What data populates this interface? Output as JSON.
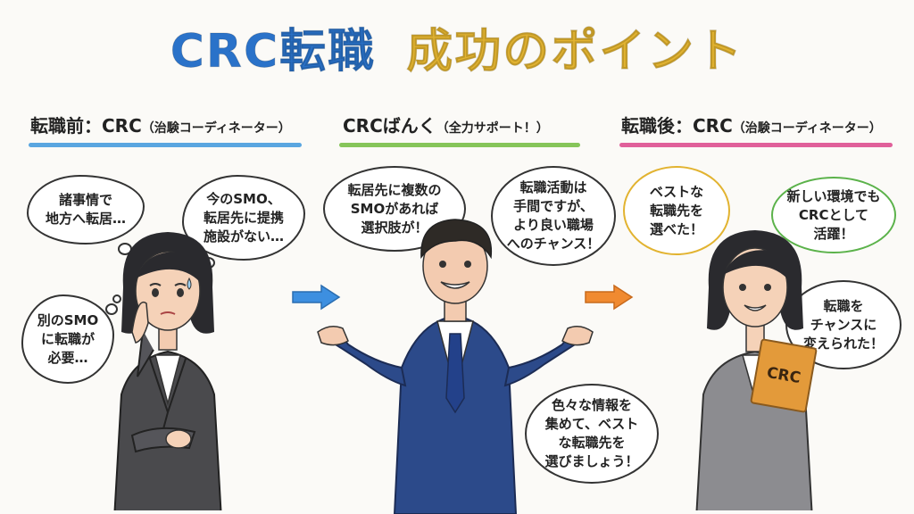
{
  "title": {
    "part1": "CRC転職",
    "part2": "成功のポイント",
    "colors": [
      "#2a72c9",
      "#e0453a",
      "#2a72c9",
      "#5bb24a",
      "#e2b330",
      "#e07a2e",
      "#d23f6f"
    ]
  },
  "before": {
    "head": "転職前：CRC",
    "sub": "（治験コーディネーター）",
    "accent": "#5aa6e0",
    "thoughts": [
      "諸事情で\n地方へ転居…",
      "今のSMO、\n転居先に提携\n施設がない…",
      "別のSMO\nに転職が\n必要…"
    ]
  },
  "middle": {
    "head": "CRCばんく",
    "sub": "（全力サポート！）",
    "accent": "#86c55a",
    "bubbles": [
      "転居先に複数の\nSMOがあれば\n選択肢が！",
      "転職活動は\n手間ですが、\nより良い職場\nへのチャンス！",
      "色々な情報を\n集めて、ベスト\nな転職先を\n選びましょう！"
    ]
  },
  "after": {
    "head": "転職後：CRC",
    "sub": "（治験コーディネーター）",
    "accent": "#e0609a",
    "bubbles": [
      "ベストな\n転職先を\n選べた！",
      "新しい環境でも\nCRCとして\n活躍！",
      "転職を\nチャンスに\n変えられた！"
    ],
    "badge": "CRC"
  },
  "arrows": {
    "left_color": "#3d8fe0",
    "right_color": "#f08a30"
  }
}
